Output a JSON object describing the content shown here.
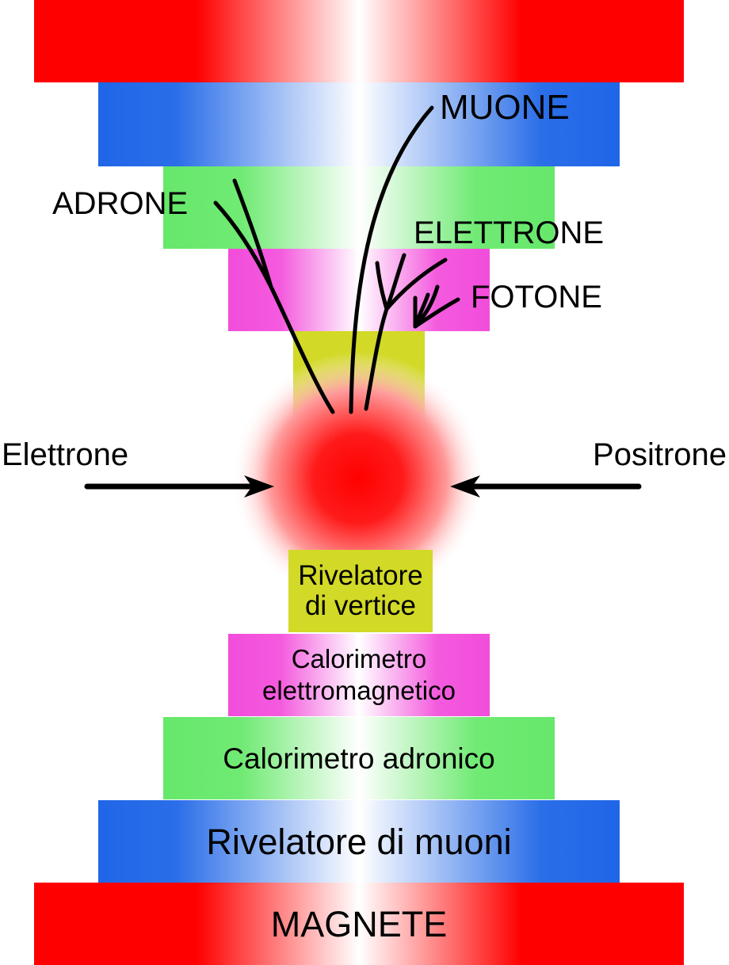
{
  "beams": {
    "left": "Elettrone",
    "right": "Positrone"
  },
  "particles": {
    "muon": "MUONE",
    "hadron": "ADRONE",
    "electron": "ELETTRONE",
    "photon": "FOTONE"
  },
  "layers": {
    "vertex": [
      "Rivelatore",
      "di vertice"
    ],
    "em_calorimeter": [
      "Calorimetro",
      "elettromagnetico"
    ],
    "hadronic_calorimeter": "Calorimetro adronico",
    "muon_detector": "Rivelatore di muoni",
    "magnet": "MAGNETE"
  },
  "colors": {
    "magnet": "#ff0000",
    "muon_detector": "#1f66e8",
    "hadronic_calorimeter": "#66e86a",
    "em_calorimeter": "#f24ddb",
    "vertex": "#d2d927",
    "collision": "#ff0000"
  }
}
